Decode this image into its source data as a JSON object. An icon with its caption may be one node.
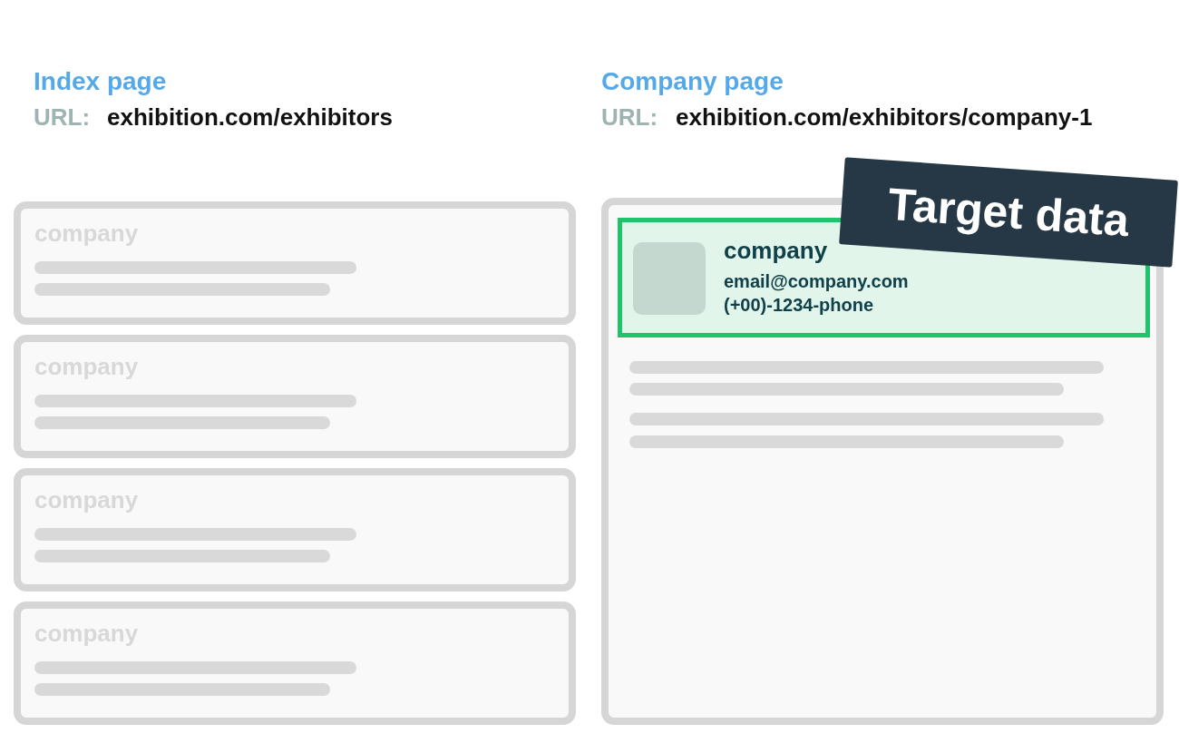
{
  "diagram": {
    "nodes": [
      {
        "text": [
          "company"
        ]
      },
      {
        "text": [
          "company"
        ]
      },
      {
        "text": [
          "company"
        ]
      },
      {
        "text": [
          "company"
        ]
      },
      {
        "text": [],
        "shape": "box"
      },
      {
        "text": [
          "company",
          "email@company.com",
          "(+00)-1234-phone"
        ],
        "in": 4
      },
      {
        "text": [
          "Target data"
        ]
      }
    ],
    "labels": [
      "Index page",
      "URL:",
      "exhibition.com/exhibitors",
      "Company page",
      "URL:",
      "exhibition.com/exhibitors/company-1"
    ]
  }
}
